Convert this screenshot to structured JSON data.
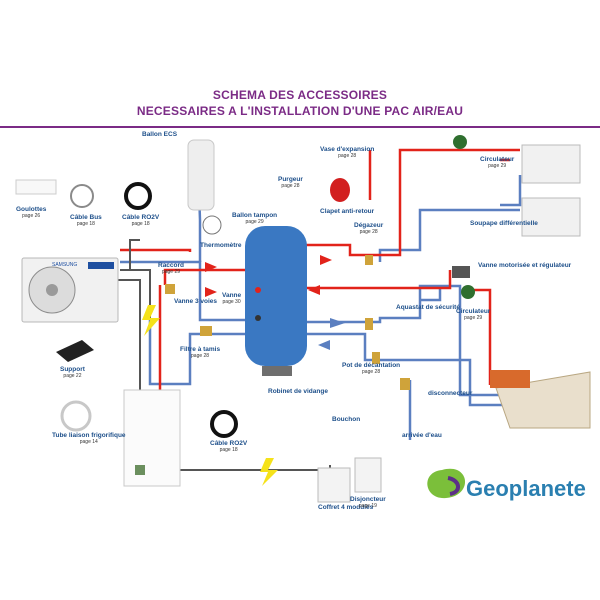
{
  "title_line1": "SCHEMA DES ACCESSOIRES",
  "title_line2": "NECESSAIRES A L'INSTALLATION D'UNE PAC AIR/EAU",
  "brand": "Geoplanete",
  "unit_brand": "SAMSUNG",
  "labels": {
    "ballon_ecs": {
      "name": "Ballon ECS",
      "page": ""
    },
    "purgeur": {
      "name": "Purgeur",
      "page": "page 28"
    },
    "vase": {
      "name": "Vase\nd'expansion",
      "page": "page 28"
    },
    "circulateur_top": {
      "name": "Circulateur",
      "page": "page 29"
    },
    "goulottes": {
      "name": "Goulottes",
      "page": "page 26"
    },
    "cable_bus": {
      "name": "Câble Bus",
      "page": "page 18"
    },
    "cable_ro2v_top": {
      "name": "Câble RO2V",
      "page": "page 18"
    },
    "ballon_tampon": {
      "name": "Ballon tampon",
      "page": "page 29"
    },
    "thermometre": {
      "name": "Thermomètre",
      "page": ""
    },
    "clapet": {
      "name": "Clapet\nanti-retour",
      "page": ""
    },
    "degazeur": {
      "name": "Dégazeur",
      "page": "page 28"
    },
    "soupape": {
      "name": "Soupape\ndifférentielle",
      "page": ""
    },
    "raccord": {
      "name": "Raccord",
      "page": "page 29"
    },
    "vanne_motorisee": {
      "name": "Vanne motorisée\net régulateur",
      "page": ""
    },
    "vanne_3_voies": {
      "name": "Vanne 3 voies",
      "page": ""
    },
    "vanne": {
      "name": "Vanne",
      "page": "page 30"
    },
    "aquastat": {
      "name": "Aquastat\nde sécurité",
      "page": ""
    },
    "circulateur_right": {
      "name": "Circulateur",
      "page": "page 29"
    },
    "support": {
      "name": "Support",
      "page": "page 22"
    },
    "filtre": {
      "name": "Filtre à tamis",
      "page": "page 28"
    },
    "pot": {
      "name": "Pot de décantation",
      "page": "page 28"
    },
    "disconnecteur": {
      "name": "disconnecteur",
      "page": ""
    },
    "robinet": {
      "name": "Robinet\nde vidange",
      "page": ""
    },
    "bouchon": {
      "name": "Bouchon",
      "page": ""
    },
    "tube": {
      "name": "Tube liaison\nfrigorifique",
      "page": "page 14"
    },
    "cable_ro2v_bottom": {
      "name": "Câble RO2V",
      "page": "page 18"
    },
    "arrivee": {
      "name": "arrivée\nd'eau",
      "page": ""
    },
    "coffret": {
      "name": "Coffret\n4 modules",
      "page": ""
    },
    "disjoncteur": {
      "name": "Disjoncteur",
      "page": "page 19"
    }
  },
  "colors": {
    "title": "#7b2b86",
    "hot": "#e2231a",
    "cold": "#5b7fc0",
    "tank": "#3a78c2",
    "cable": "#555555"
  }
}
